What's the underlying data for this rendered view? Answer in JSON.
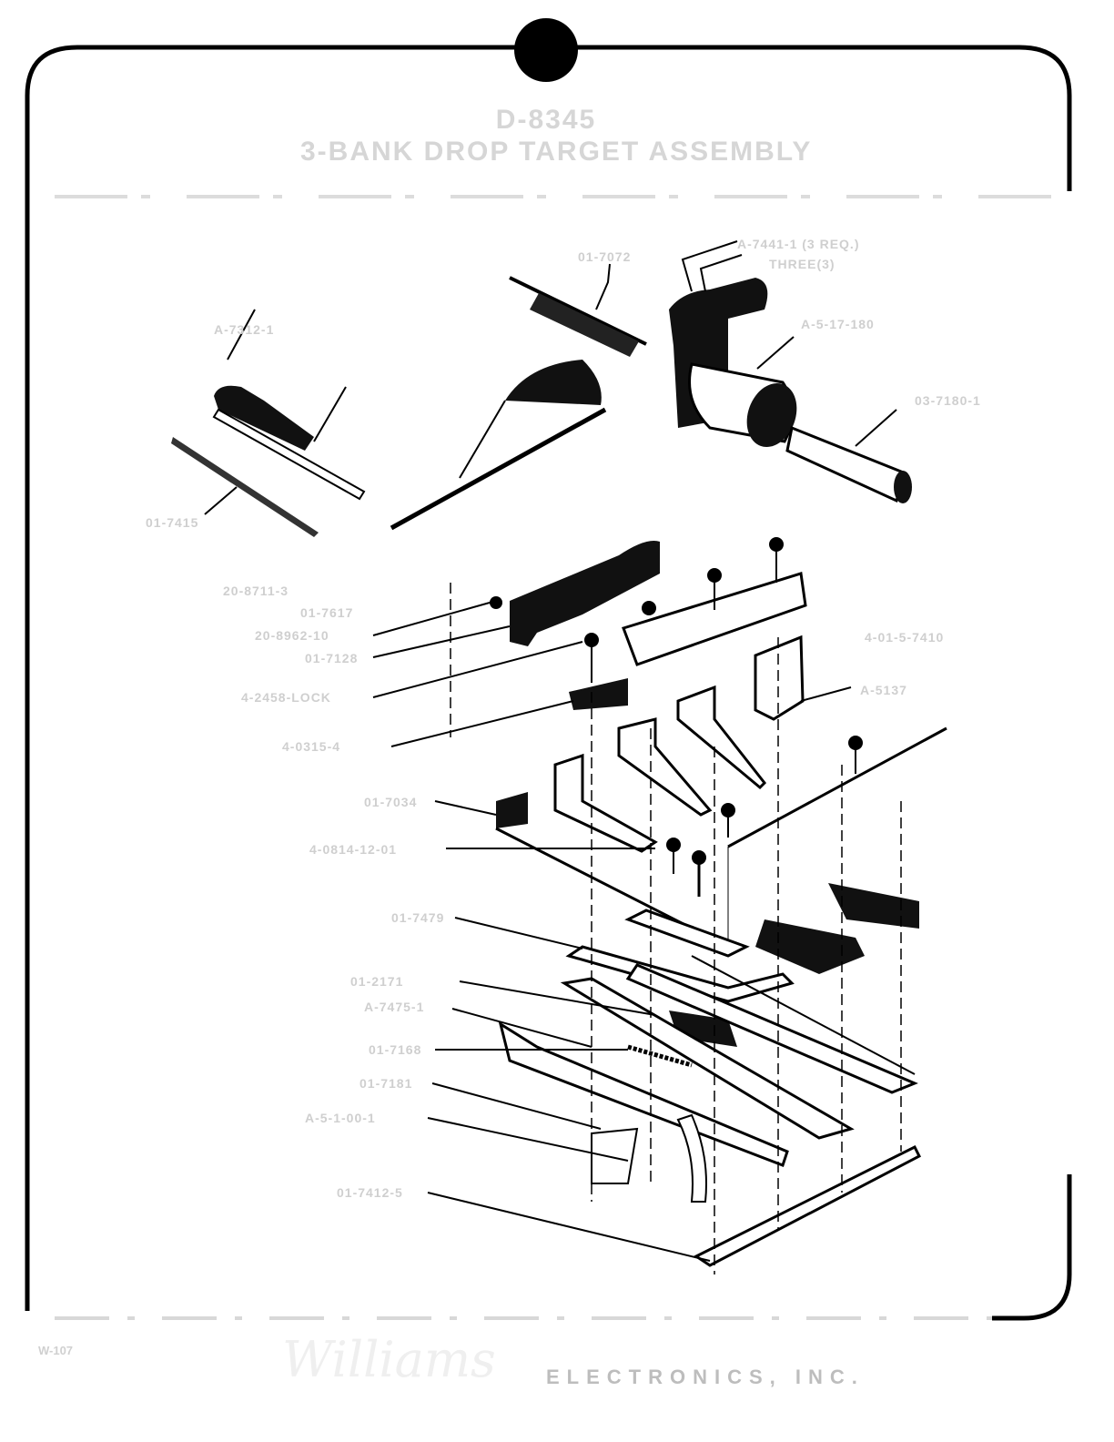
{
  "header": {
    "drawing_number": "D-8345",
    "title": "3-BANK DROP TARGET ASSEMBLY"
  },
  "part_labels": [
    "01-7072",
    "A-7441-1 (3 REQ.)",
    "THREE(3)",
    "A-5-17-180",
    "03-7180-1",
    "A-7312-1",
    "01-7415",
    "20-8711-3",
    "01-7617",
    "20-8962-10",
    "01-7128",
    "4-2458-LOCK",
    "4-0315-4",
    "01-7034",
    "4-0814-12-01",
    "4-01-5-7410",
    "A-5137",
    "01-7479",
    "01-2171",
    "A-7475-1",
    "01-7168",
    "01-7181",
    "A-5-1-00-1",
    "01-7412-5"
  ],
  "footer": {
    "page": "W-107",
    "logo": "Williams",
    "company": "ELECTRONICS, INC."
  }
}
